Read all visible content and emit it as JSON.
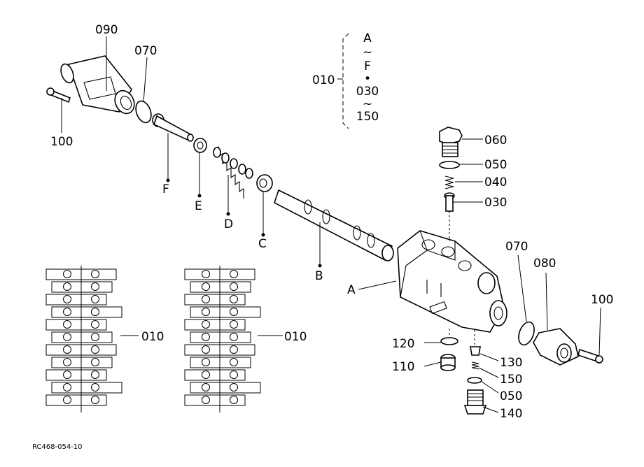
{
  "figure_code": "RC468-054-10",
  "bracket": {
    "label": "010",
    "lines": [
      "A",
      "~",
      "F",
      "•",
      "030",
      "~",
      "150"
    ]
  },
  "callouts": {
    "p090": "090",
    "p070a": "070",
    "p100a": "100",
    "pF": "F",
    "pE": "E",
    "pD": "D",
    "pC": "C",
    "pB": "B",
    "pA": "A",
    "p060": "060",
    "p050a": "050",
    "p040": "040",
    "p030": "030",
    "p070b": "070",
    "p080": "080",
    "p100b": "100",
    "p120": "120",
    "p110": "110",
    "p130": "130",
    "p150": "150",
    "p050b": "050",
    "p140": "140",
    "p010a": "010",
    "p010b": "010"
  }
}
